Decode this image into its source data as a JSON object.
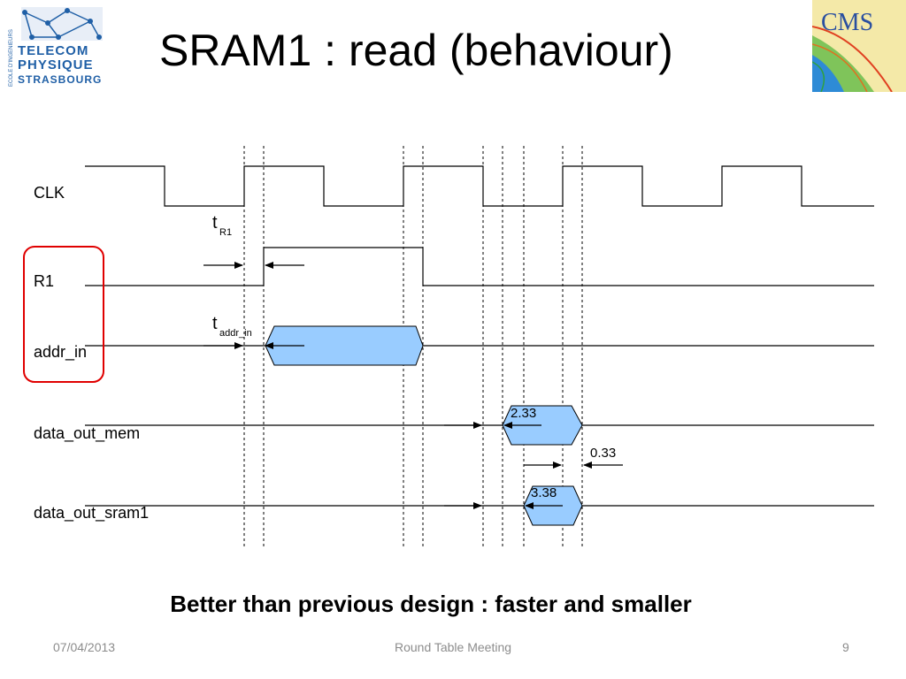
{
  "slide": {
    "title": "SRAM1 : read (behaviour)",
    "caption": "Better than previous design : faster and smaller",
    "footer": {
      "date": "07/04/2013",
      "center": "Round Table Meeting",
      "page": "9"
    }
  },
  "logos": {
    "left": {
      "lines": [
        "TELECOM",
        "PHYSIQUE",
        "STRASBOURG"
      ],
      "side_text": "ECOLE D'INGENIEURS"
    },
    "right": {
      "text": "CMS"
    }
  },
  "timing": {
    "signals": [
      "CLK",
      "R1",
      "addr_in",
      "data_out_mem",
      "data_out_sram1"
    ],
    "annotations": {
      "tR1_symbol": "t",
      "tR1_sub": "R1",
      "taddr_symbol": "t",
      "taddr_sub": "addr_in",
      "mem_delay": "2.33",
      "sram_delay": "3.38",
      "gap": "0.33"
    },
    "colors": {
      "bus_fill": "#99ccff",
      "highlight": "#e00000",
      "logo_blue": "#1f5fa6"
    }
  }
}
